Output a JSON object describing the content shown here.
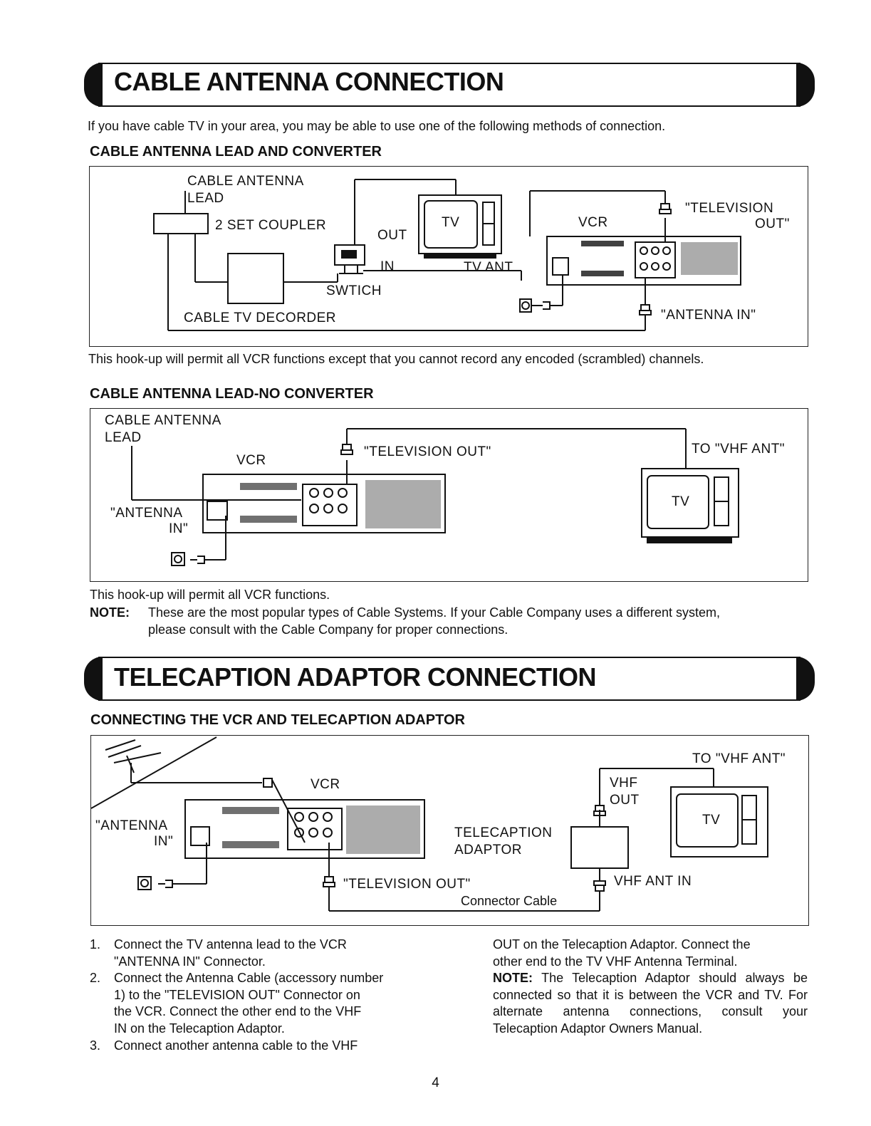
{
  "section1": {
    "title": "CABLE ANTENNA CONNECTION",
    "intro": "If you have cable TV in your area, you may be able to use one of the following methods of connection."
  },
  "diagram1": {
    "heading": "CABLE ANTENNA LEAD AND CONVERTER",
    "labels": {
      "cable_antenna": "CABLE ANTENNA",
      "lead": "LEAD",
      "coupler": "2 SET COUPLER",
      "out": "OUT",
      "in": "IN",
      "tv": "TV",
      "tv_ant": "TV ANT",
      "switch": "SWTICH",
      "decoder": "CABLE TV DECORDER",
      "vcr": "VCR",
      "television": "\"TELEVISION",
      "out2": "OUT\"",
      "antenna_in": "\"ANTENNA IN\""
    },
    "caption": "This hook-up will permit all VCR functions except that you cannot record any encoded (scrambled) channels."
  },
  "diagram2": {
    "heading": "CABLE ANTENNA LEAD-NO CONVERTER",
    "labels": {
      "cable_antenna": "CABLE ANTENNA",
      "lead": "LEAD",
      "vcr": "VCR",
      "television_out": "\"TELEVISION OUT\"",
      "to_vhf": "TO \"VHF ANT\"",
      "tv": "TV",
      "antenna": "\"ANTENNA",
      "in": "IN\""
    },
    "caption": "This hook-up will permit all VCR functions.",
    "note_label": "NOTE:",
    "note_line1": "These are the most popular types of Cable Systems. If your Cable Company uses a different system,",
    "note_line2": "please consult with the Cable Company for proper connections."
  },
  "section2": {
    "title": "TELECAPTION ADAPTOR CONNECTION"
  },
  "diagram3": {
    "heading": "CONNECTING THE VCR AND TELECAPTION ADAPTOR",
    "labels": {
      "to_vhf": "TO \"VHF ANT\"",
      "vcr": "VCR",
      "vhf": "VHF",
      "out": "OUT",
      "tv": "TV",
      "antenna": "\"ANTENNA",
      "in": "IN\"",
      "telecaption": "TELECAPTION",
      "adaptor": "ADAPTOR",
      "television_out": "\"TELEVISION OUT\"",
      "vhf_ant_in": "VHF ANT IN",
      "connector_cable": "Connector Cable"
    }
  },
  "steps": [
    {
      "num": "1.",
      "lines": [
        "Connect the TV antenna lead to the VCR",
        "\"ANTENNA IN\" Connector."
      ]
    },
    {
      "num": "2.",
      "lines": [
        "Connect the Antenna Cable (accessory number",
        "1) to the \"TELEVISION OUT\" Connector on",
        "the VCR. Connect the other end to the VHF",
        "IN on the Telecaption Adaptor."
      ]
    },
    {
      "num": "3.",
      "lines": [
        "Connect another antenna cable to the VHF"
      ]
    }
  ],
  "col2": {
    "line1": "OUT on the Telecaption Adaptor. Connect the",
    "line2": "other end to the TV VHF Antenna Terminal.",
    "note_label": "NOTE:",
    "note_text": "The Telecaption Adaptor should always be connected so that it is between the VCR and TV. For alternate antenna connections, consult your Telecaption Adaptor Owners Manual."
  },
  "page_number": "4"
}
